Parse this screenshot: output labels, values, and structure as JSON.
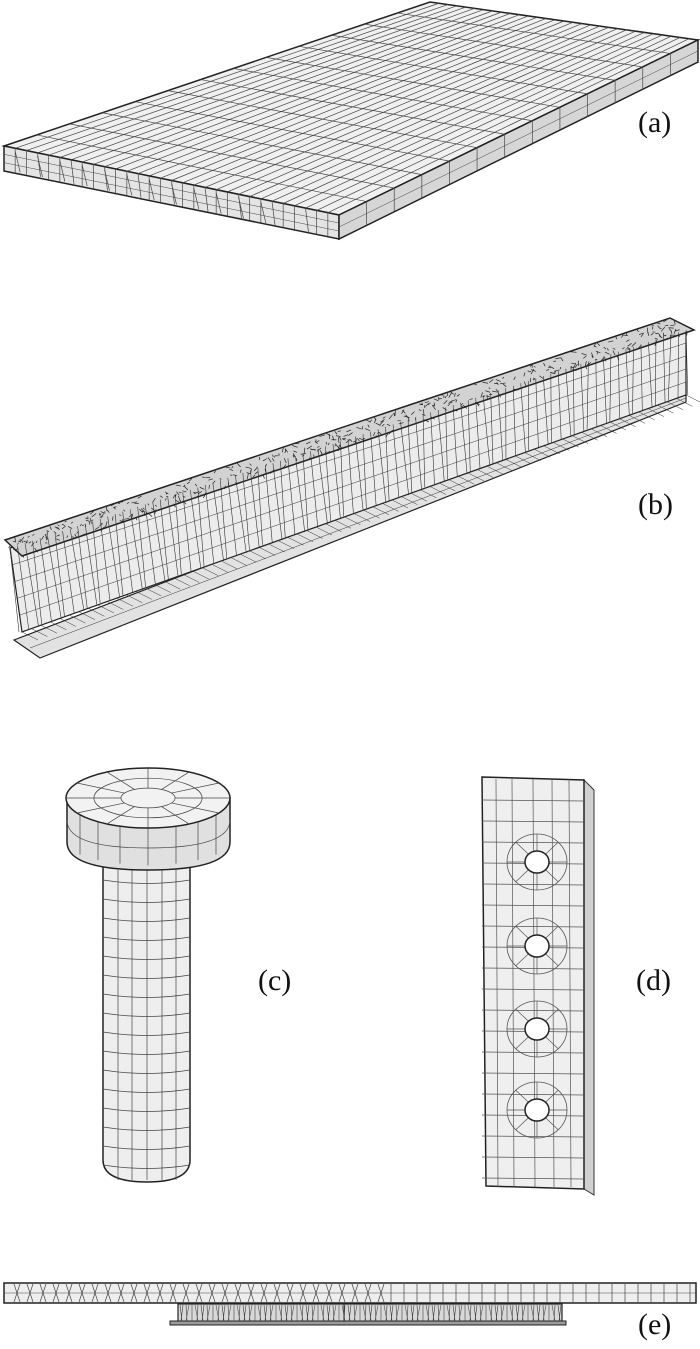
{
  "labels": {
    "a": "(a)",
    "b": "(b)",
    "c": "(c)",
    "d": "(d)",
    "e": "(e)"
  },
  "colors": {
    "face": "#f0f0f0",
    "side": "#dcdcdc",
    "shade": "#c4c4c4",
    "line": "#333333",
    "dense": "#555555"
  }
}
